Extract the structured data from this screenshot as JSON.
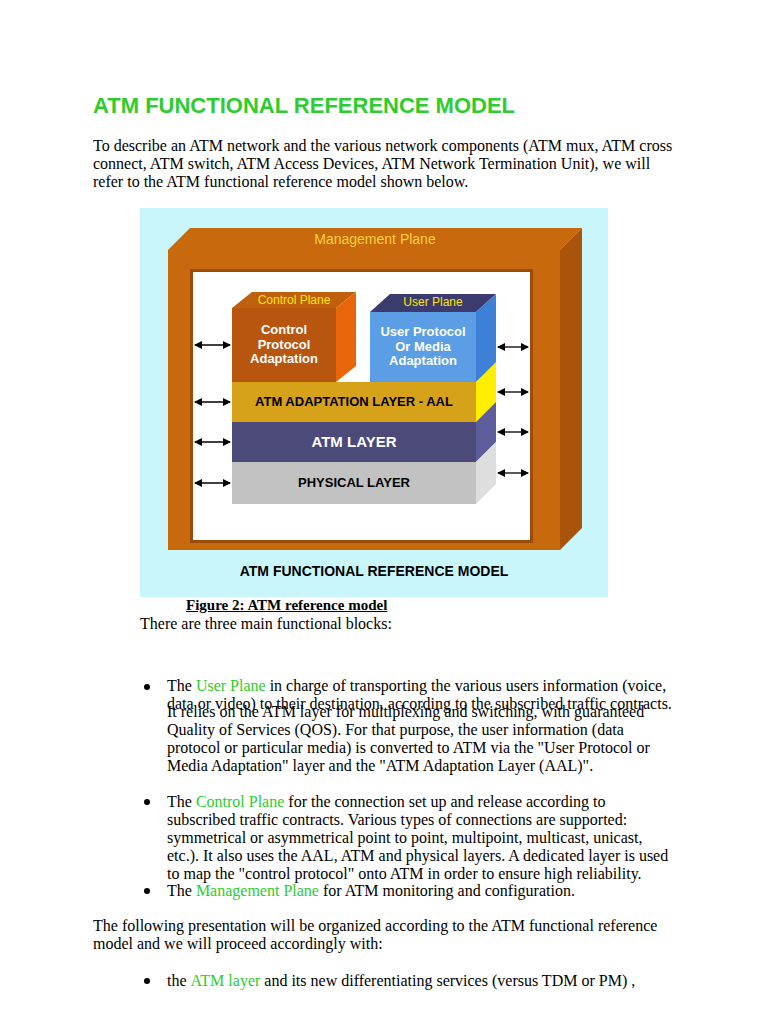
{
  "diagram": {
    "title": "ATM FUNCTIONAL REFERENCE MODEL",
    "caption": "Figure 2: ATM reference model",
    "nodes": [
      {
        "text": [
          "Management Plane"
        ]
      },
      {
        "text": [
          "Control Plane",
          "Control Protocol Adaptation"
        ],
        "in": 0
      },
      {
        "text": [
          "User Plane",
          "User Protocol Or Media Adaptation"
        ],
        "in": 0
      },
      {
        "text": [
          "ATM ADAPTATION LAYER - AAL"
        ],
        "in": 0
      },
      {
        "text": [
          "ATM LAYER"
        ],
        "in": 0
      },
      {
        "text": [
          "PHYSICAL LAYER"
        ],
        "in": 0
      }
    ],
    "edges": [
      {
        "from": 1,
        "to": 0,
        "arrow": "both"
      },
      {
        "from": 2,
        "to": 0,
        "arrow": "both"
      },
      {
        "from": 3,
        "to": 0,
        "arrow": "both"
      },
      {
        "from": 3,
        "to": 0,
        "arrow": "both"
      },
      {
        "from": 4,
        "to": 0,
        "arrow": "both"
      },
      {
        "from": 4,
        "to": 0,
        "arrow": "both"
      },
      {
        "from": 5,
        "to": 0,
        "arrow": "both"
      },
      {
        "from": 5,
        "to": 0,
        "arrow": "both"
      }
    ],
    "labels": [
      "To describe an ATM network and the various network components (ATM mux, ATM cross connect, ATM switch, ATM Access Devices, ATM Network Termination Unit), we will refer to the ATM functional reference model shown below.",
      "ATM FUNCTIONAL REFERENCE MODEL",
      "There are three main functional blocks:",
      "The",
      "User Plane",
      "in charge of transporting the various users information (voice, data or video) to their destination, according to the subscribed traffic contracts.",
      "It relies on the ATM layer for multiplexing and switching, with guaranteed Quality of Services (QOS). For that purpose, the user information (data protocol or particular media) is converted to ATM via the \"User Protocol or Media Adaptation\" layer and the \"ATM Adaptation Layer (AAL)\".",
      "The",
      "Control Plane",
      "for the connection set up and release according to subscribed traffic contracts. Various types of connections are supported: symmetrical or asymmetrical point to point, multipoint, multicast, unicast, etc.). It also uses the AAL, ATM and physical layers. A dedicated layer is used to map the \"control protocol\" onto ATM in order to ensure high reliability.",
      "The",
      "Management Plane",
      "for ATM monitoring and configuration.",
      "The following presentation will be organized according to the ATM functional reference model and we will proceed accordingly with:",
      "the",
      "ATM layer",
      "and its new differentiating services (versus TDM or PM) ,"
    ]
  }
}
